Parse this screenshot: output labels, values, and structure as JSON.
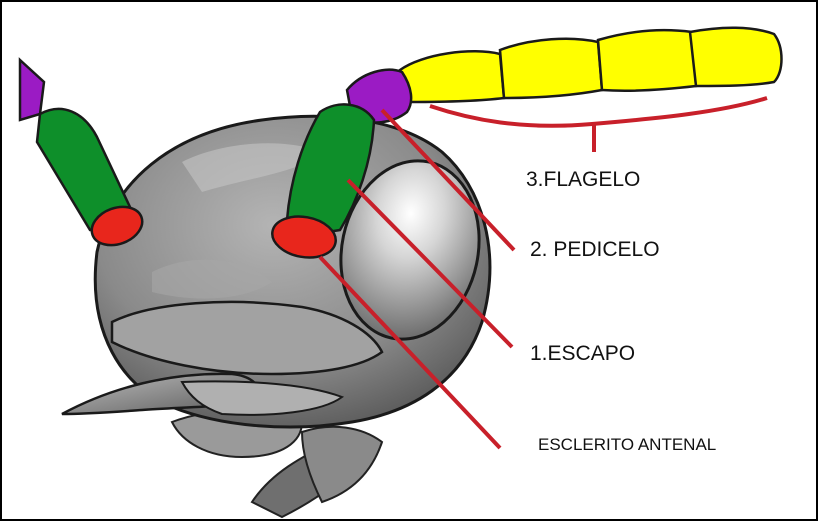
{
  "labels": {
    "flagelo": "3.FLAGELO",
    "pedicelo": "2. PEDICELO",
    "escapo": "1.ESCAPO",
    "esclerito": "ESCLERITO ANTENAL"
  },
  "colors": {
    "flagelo": "#ffff00",
    "pedicelo": "#9b1bc4",
    "escapo": "#0e8f2a",
    "esclerito": "#e8261c",
    "leader_lines": "#c8202a",
    "head": "#8c8c8c",
    "eye": "#c9c9c9"
  },
  "icons": {
    "head": "insect-head-illustration"
  }
}
